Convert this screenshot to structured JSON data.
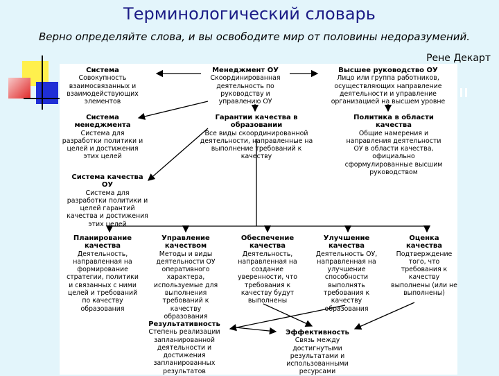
{
  "header": {
    "title": "Терминологический словарь",
    "epigraph": "Верно определяйте слова, и вы освободите мир от половины недоразумений.",
    "author": "Рене Декарт"
  },
  "colors": {
    "background": "#e3f5fb",
    "title": "#1c1c86",
    "deco_yellow": "#fff04d",
    "deco_blue": "#1f2fd6",
    "deco_red": "#e02828",
    "deco_pink": "#f0a8a8"
  },
  "nodes": {
    "sistema": {
      "title": "Система",
      "desc": "Совокупность взаимосвязанных и взаимодействующих элементов"
    },
    "menedzhment": {
      "title": "Менеджмент ОУ",
      "desc": "Скоординированная деятельность по руководству и управлению ОУ"
    },
    "rukovodstvo": {
      "title": "Высшее руководство ОУ",
      "desc": "Лицо или группа работников, осуществляющих направление деятельности и управление организацией на высшем уровне"
    },
    "sistema_menedzhmenta": {
      "title": "Система менеджмента",
      "desc": "Система для разработки политики и целей и достижения этих целей"
    },
    "garantii": {
      "title": "Гарантии качества в образовании",
      "desc": "Все виды скоординированной деятельности, направленные на выполнение требований к качеству"
    },
    "politika": {
      "title": "Политика в области качества",
      "desc": "Общие намерения и направления деятельности ОУ в области качества, официально сформулированные высшим руководством"
    },
    "sistema_kachestva": {
      "title": "Система качества ОУ",
      "desc": "Система для разработки политики и целей гарантий качества и достижения этих целей"
    },
    "planirovanie": {
      "title": "Планирование качества",
      "desc": "Деятельность, направленная на формирование стратегии, политики и связанных с ними целей и требований по качеству образования"
    },
    "upravlenie": {
      "title": "Управление качеством",
      "desc": "Методы и виды деятельности ОУ оперативного характера, используемые для выполнения требований к качеству образования"
    },
    "obespechenie": {
      "title": "Обеспечение качества",
      "desc": "Деятельность, направленная на создание уверенности, что требования к качеству будут выполнены"
    },
    "uluchshenie": {
      "title": "Улучшение качества",
      "desc": "Деятельность ОУ, направленная на улучшение способности выполнять требования к качеству образования"
    },
    "otsenka": {
      "title": "Оценка качества",
      "desc": "Подтверждение того, что требования к качеству выполнены (или не выполнены)"
    },
    "rezultativnost": {
      "title": "Результативность",
      "desc": "Степень реализации запланированной деятельности и достижения запланированных результатов"
    },
    "effektivnost": {
      "title": "Эффективность",
      "desc": "Связь между достигнутыми результатами и использованными ресурсами"
    }
  }
}
